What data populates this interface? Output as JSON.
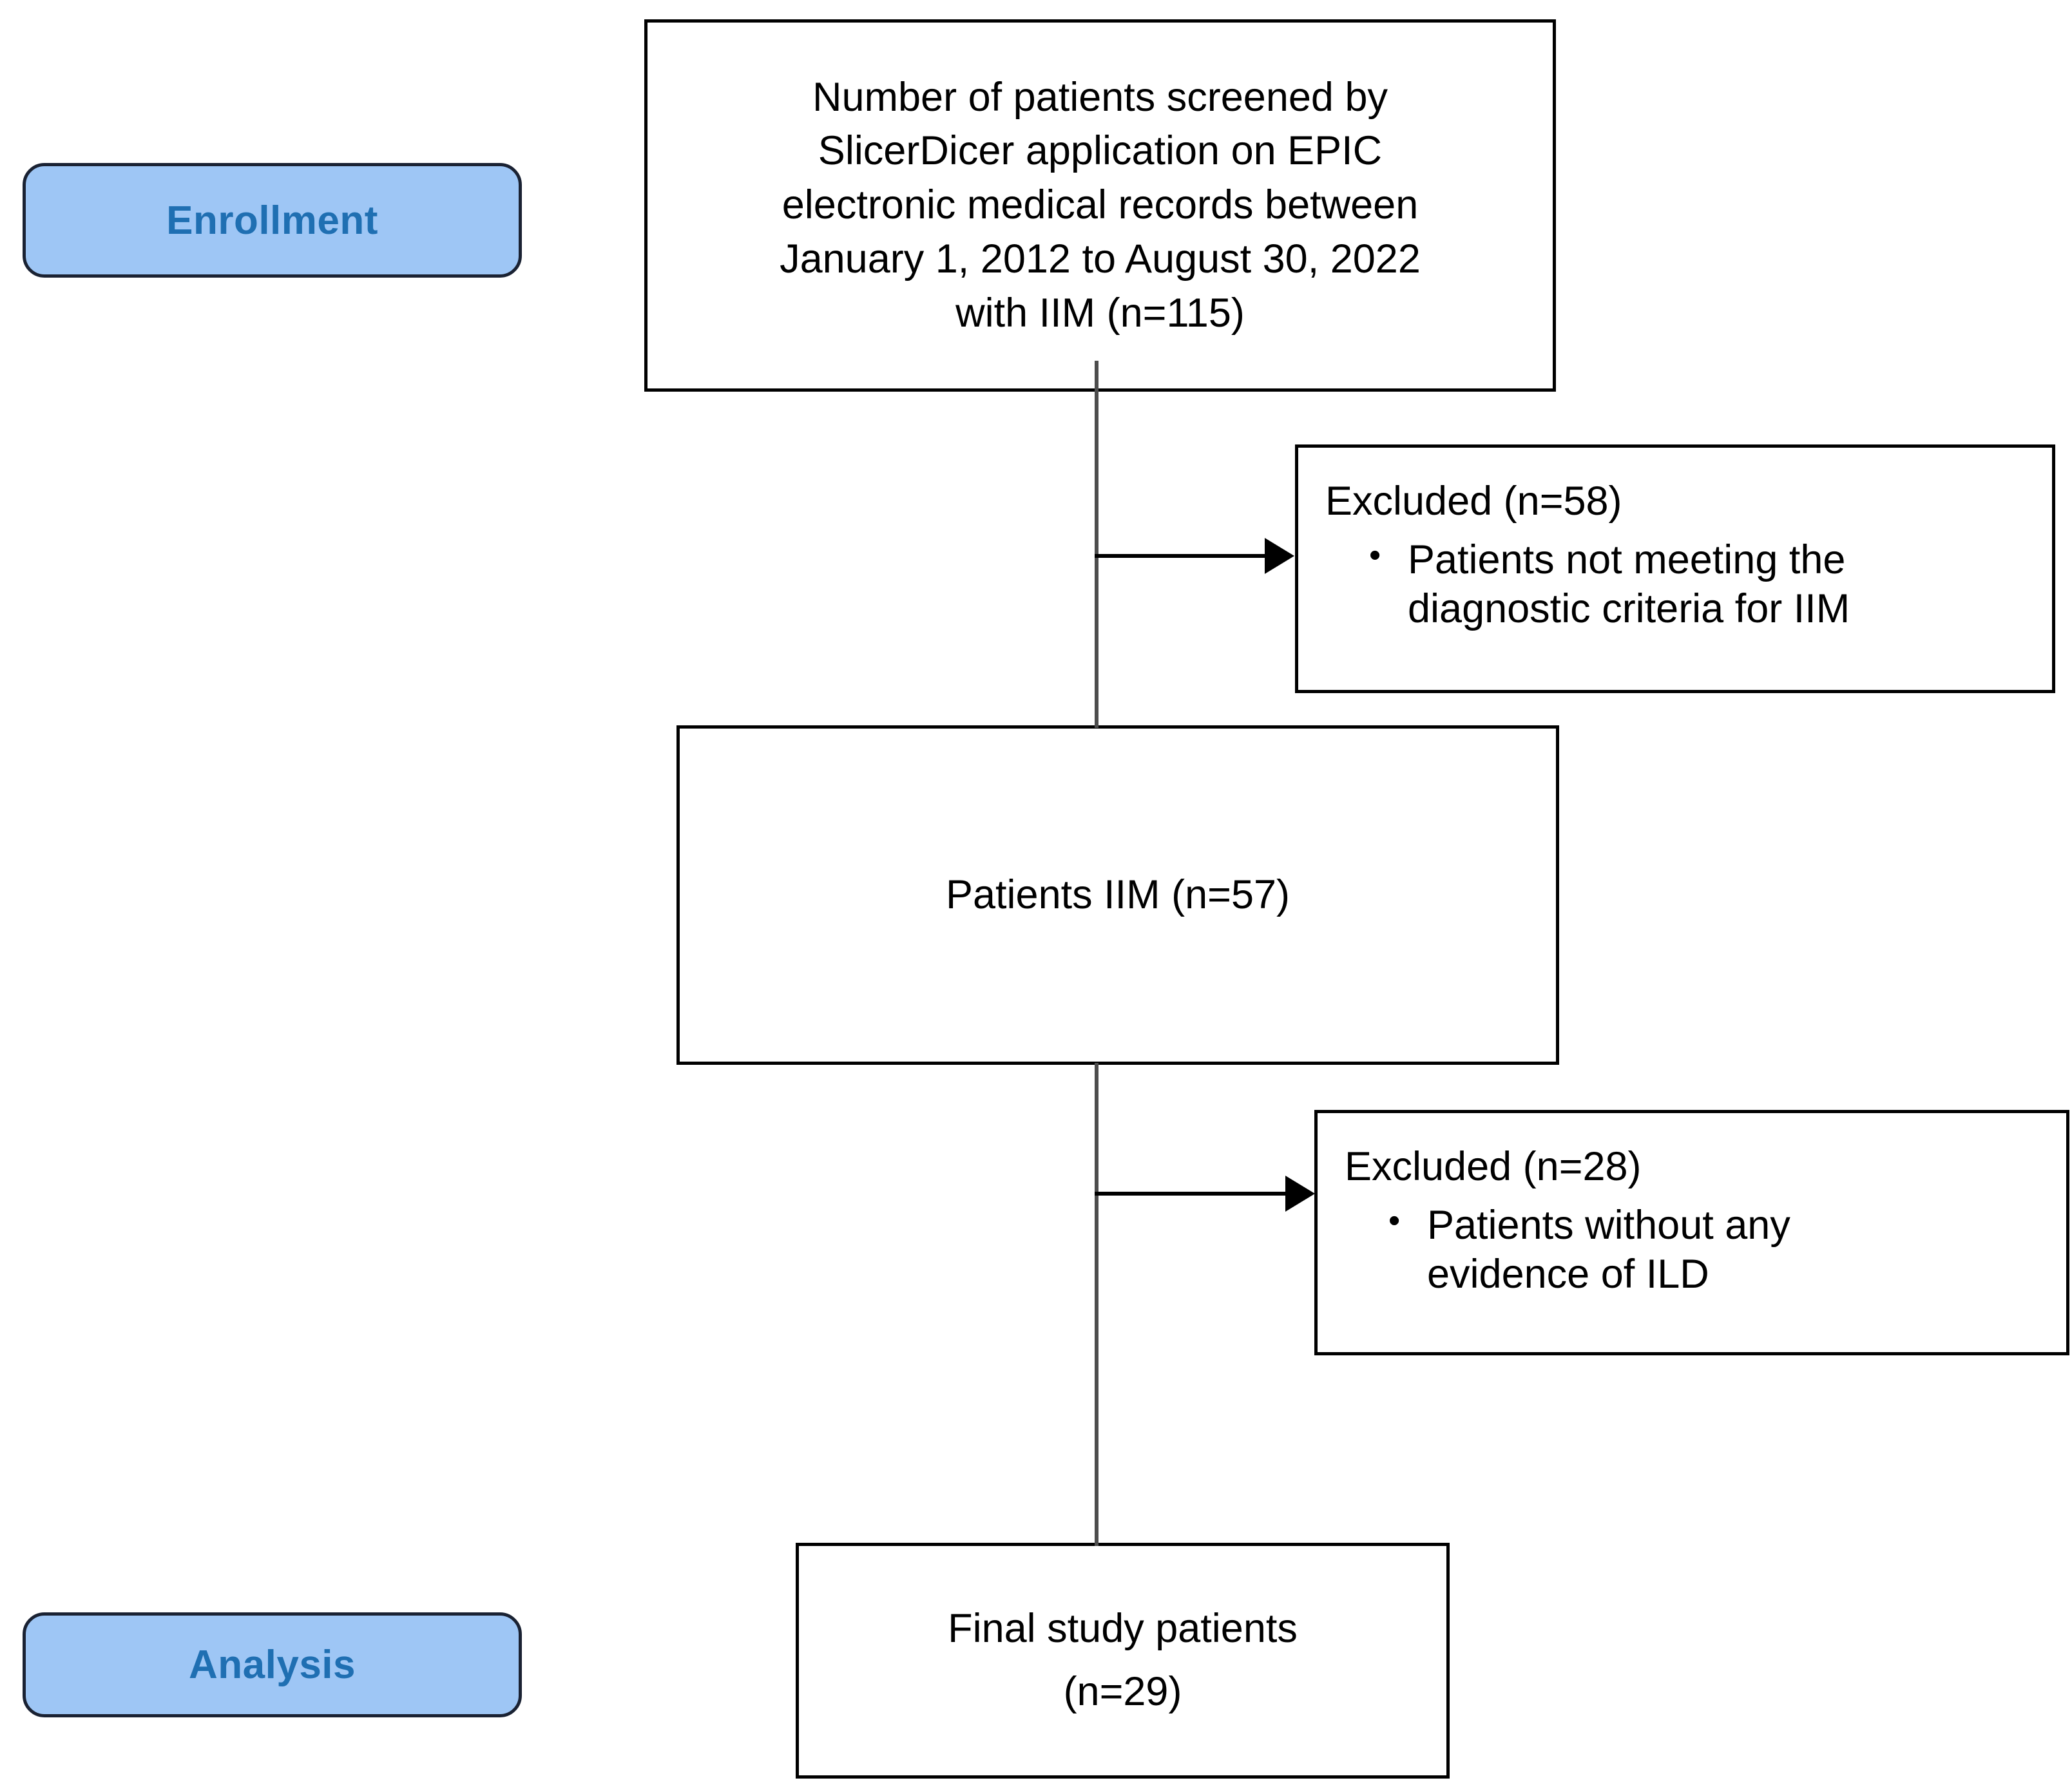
{
  "figure": {
    "type": "prisma-study-flow-diagram",
    "colors": {
      "pill_fill": "#9EC6F5",
      "pill_border": "#1A2233",
      "pill_text": "#1F6FB2",
      "box_border": "#000000",
      "box_fill": "#FFFFFF",
      "connector": "#4D4D4D",
      "arrow": "#000000"
    }
  },
  "stages": {
    "enrollment": "Enrollment",
    "analysis": "Analysis"
  },
  "boxes": {
    "screened": {
      "lines": [
        "Number of patients screened by",
        "SlicerDicer application on EPIC",
        "electronic medical records between",
        "January 1, 2012 to August 30, 2022",
        "with IIM (n=115)"
      ],
      "count": 115
    },
    "iim": {
      "lines": [
        "Patients IIM (n=57)"
      ],
      "count": 57
    },
    "excluded_1": {
      "title": "Excluded (n=58)",
      "count": 58,
      "bullet_marker": "•",
      "bullet_lines": [
        "Patients not meeting the",
        "diagnostic criteria for IIM"
      ]
    },
    "excluded_2": {
      "title": "Excluded (n=28)",
      "count": 28,
      "bullet_marker": "•",
      "bullet_lines": [
        "Patients without any",
        "evidence of ILD"
      ]
    },
    "final": {
      "lines": [
        "Final study patients",
        "(n=29)"
      ],
      "count": 29
    }
  }
}
